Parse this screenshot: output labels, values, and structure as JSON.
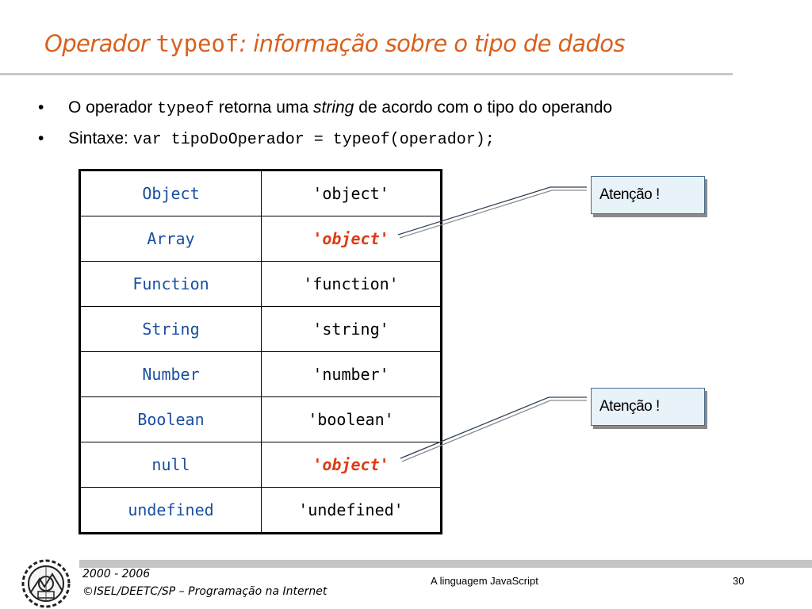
{
  "title": {
    "part1": "Operador ",
    "code": "typeof",
    "part2": ": informação sobre o tipo de dados"
  },
  "bullets": [
    {
      "symbol": "•",
      "text1": "O operador ",
      "code": "typeof",
      "text2": "  retorna uma ",
      "italic": "string",
      "text3": " de acordo com o tipo do operando"
    },
    {
      "symbol": "•",
      "text1": "Sintaxe: ",
      "code": "var tipoDoOperador = typeof(operador);"
    }
  ],
  "table": {
    "rows": [
      {
        "type": "Object",
        "result": "'object'",
        "highlight": false
      },
      {
        "type": "Array",
        "result": "'object'",
        "highlight": true
      },
      {
        "type": "Function",
        "result": "'function'",
        "highlight": false
      },
      {
        "type": "String",
        "result": "'string'",
        "highlight": false
      },
      {
        "type": "Number",
        "result": "'number'",
        "highlight": false
      },
      {
        "type": "Boolean",
        "result": "'boolean'",
        "highlight": false
      },
      {
        "type": "null",
        "result": "'object'",
        "highlight": true
      },
      {
        "type": "undefined",
        "result": "'undefined'",
        "highlight": false
      }
    ]
  },
  "callouts": [
    {
      "label": "Atenção !"
    },
    {
      "label": "Atenção !"
    }
  ],
  "footer": {
    "years": "2000 - 2006",
    "org": "©ISEL/DEETC/SP – Programação na Internet",
    "course": "A linguagem JavaScript",
    "page": "30"
  },
  "colors": {
    "title": "#d9601c",
    "type_name": "#1a4fa0",
    "highlight": "#dd3b14",
    "callout_bg": "#e8f2f9"
  },
  "icons": {
    "logo": "isel-gear-logo-icon"
  }
}
